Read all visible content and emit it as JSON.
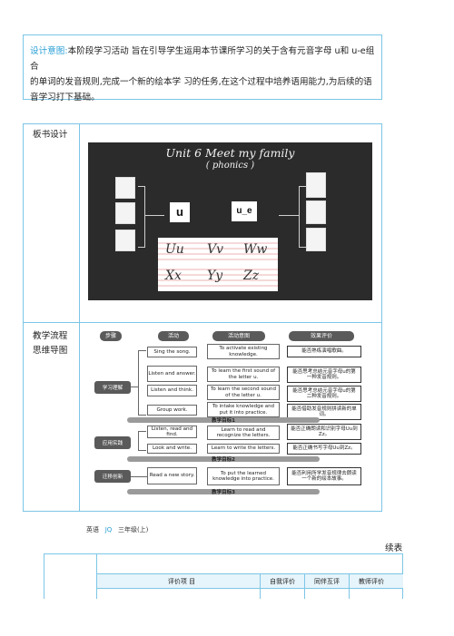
{
  "intent": {
    "label": "设计意图:",
    "line1": "本阶段学习活动 旨在引导学生运用本节课所学习的关于含有元音字母 u和 u-e组合",
    "line2": "的单词的发音规则,完成一个新的绘本学 习的任务,在这个过程中培养语用能力,为后续的语",
    "line3": "音学习打下基础。"
  },
  "rows": {
    "board_label": "板书设计",
    "flow_label_1": "教学流程",
    "flow_label_2": "思维导图"
  },
  "board": {
    "title": "Unit 6   Meet my family",
    "subtitle": "( phonics )",
    "card_u": "u",
    "card_ue": "u_e",
    "letters_top": [
      "Uu",
      "Vv",
      "Ww"
    ],
    "letters_bottom": [
      "Xx",
      "Yy",
      "Zz"
    ]
  },
  "flow": {
    "headers": [
      "步骤",
      "活动",
      "活动意图",
      "效果评价"
    ],
    "stages": [
      {
        "name": "学习理解",
        "activities": [
          {
            "act": "Sing the song.",
            "obj": "To activate existing knowledge.",
            "eval": "能否熟练演唱歌曲。"
          },
          {
            "act": "Listen and answer.",
            "obj": "To learn the first sound of the letter u.",
            "eval": "能否思考总结元音字母u的第一种发音规则。"
          },
          {
            "act": "Listen and think.",
            "obj": "To learn the second sound of the letter u.",
            "eval": "能否思考总结元音字母u的第二种发音规则。"
          },
          {
            "act": "Group work.",
            "obj": "To intake knowledge and put it into practice.",
            "eval": "能否借助发音规则拼读新的单词。"
          }
        ],
        "goal": "教学目标1"
      },
      {
        "name": "应用实践",
        "activities": [
          {
            "act": "Listen, read and find.",
            "obj": "Learn to read and recognize the letters.",
            "eval": "能否正确朗读和识别字母Uu到Zz。"
          },
          {
            "act": "Look and write.",
            "obj": "Learn to write the letters.",
            "eval": "能否正确书写字母Uu到Zz。"
          }
        ],
        "goal": "教学目标2"
      },
      {
        "name": "迁移创新",
        "activities": [
          {
            "act": "Read a new story.",
            "obj": "To put the learned knowledge into practice.",
            "eval": "能否利用所学发音规律去朗读一个新的绘本故事。"
          }
        ],
        "goal": "教学目标3"
      }
    ]
  },
  "footer": {
    "subject": "英语",
    "series": "JQ",
    "grade": "三年级(上)"
  },
  "continuation": {
    "label": "续表",
    "headers": [
      "评价项 目",
      "自我评价",
      "同伴互评",
      "教师评价"
    ]
  }
}
